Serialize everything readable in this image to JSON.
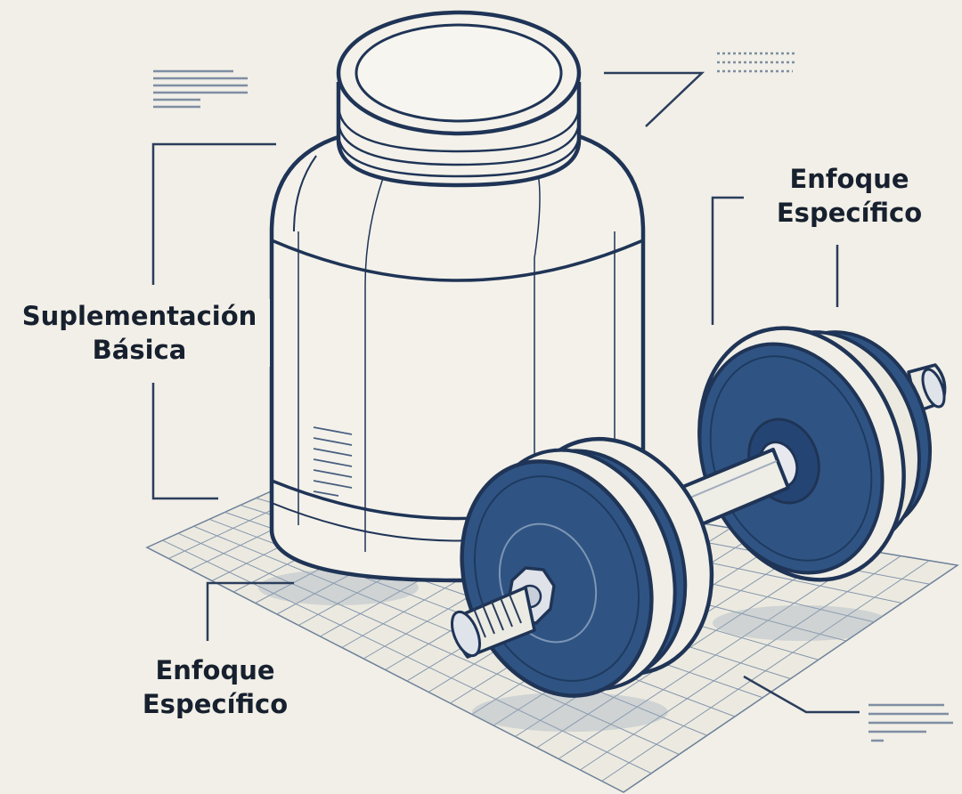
{
  "labels": {
    "suplementacion": [
      "Suplementación",
      "Básica"
    ],
    "enfoque_top": [
      "Enfoque",
      "Específico"
    ],
    "enfoque_bottom": [
      "Enfoque",
      "Específico"
    ]
  },
  "colors": {
    "background": "#f1efe7",
    "ink": "#1f3456",
    "plate_blue": "#2f5483",
    "plate_dark": "#1e3a60",
    "text": "#17202e"
  },
  "icons": [
    "supplement-jar-icon",
    "dumbbell-icon",
    "grid-mat-icon"
  ]
}
